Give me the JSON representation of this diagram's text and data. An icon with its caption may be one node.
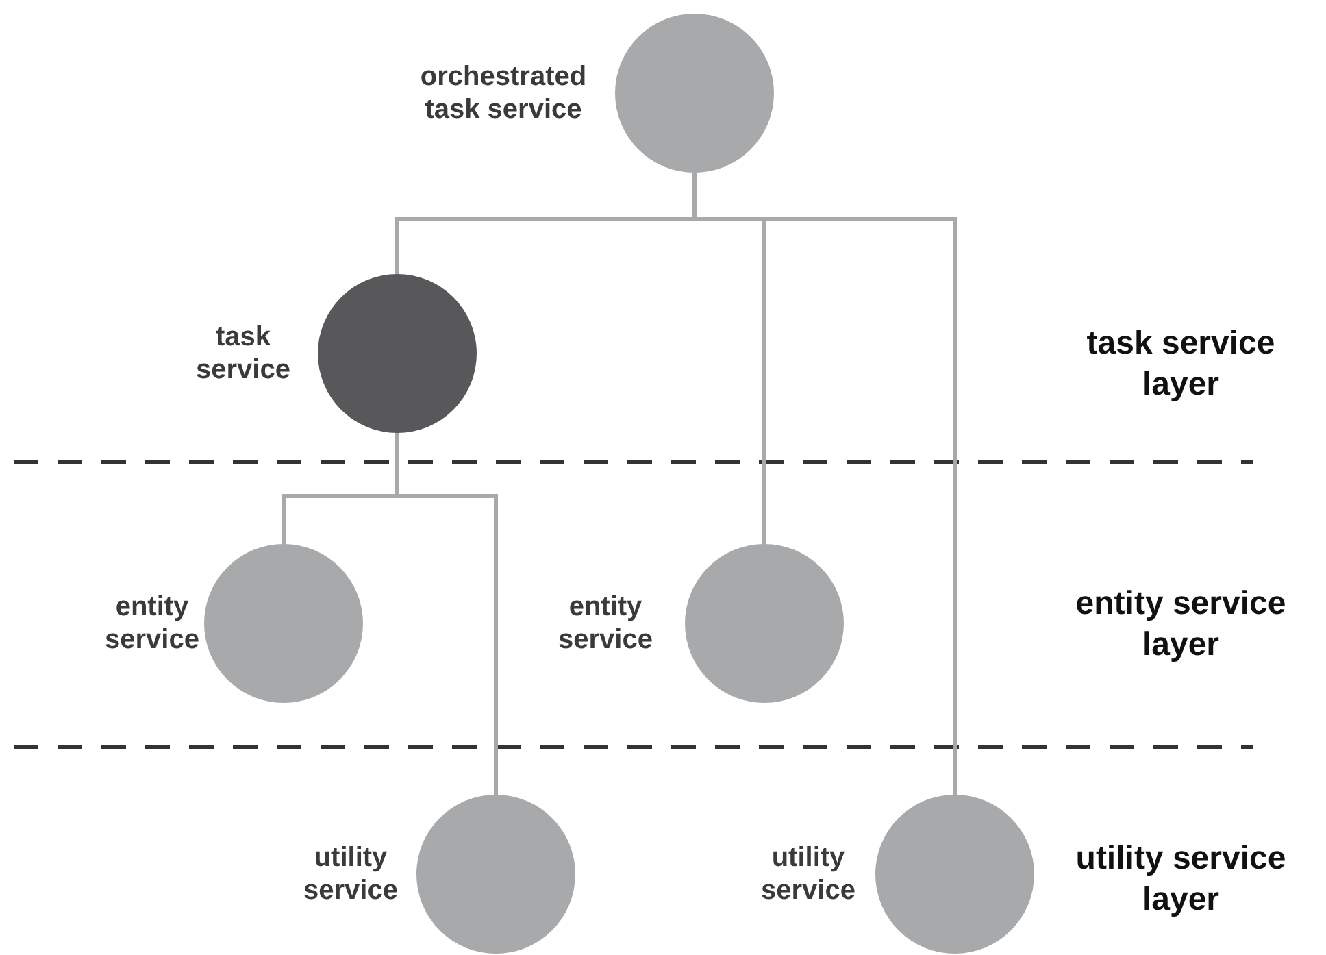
{
  "diagram": {
    "nodes": [
      {
        "text": [
          "orchestrated task service"
        ]
      },
      {
        "text": [
          "task service"
        ]
      },
      {
        "text": [
          "entity service"
        ]
      },
      {
        "text": [
          "entity service"
        ]
      },
      {
        "text": [
          "utility service"
        ]
      },
      {
        "text": [
          "utility service"
        ]
      }
    ],
    "edges": [
      {
        "from": 0,
        "to": 1,
        "arrow": "none"
      },
      {
        "from": 0,
        "to": 3,
        "arrow": "none"
      },
      {
        "from": 0,
        "to": 5,
        "arrow": "none"
      },
      {
        "from": 1,
        "to": 2,
        "arrow": "none"
      },
      {
        "from": 1,
        "to": 4,
        "arrow": "none"
      }
    ],
    "labels": [
      "task service layer",
      "entity service layer",
      "utility service layer"
    ]
  }
}
